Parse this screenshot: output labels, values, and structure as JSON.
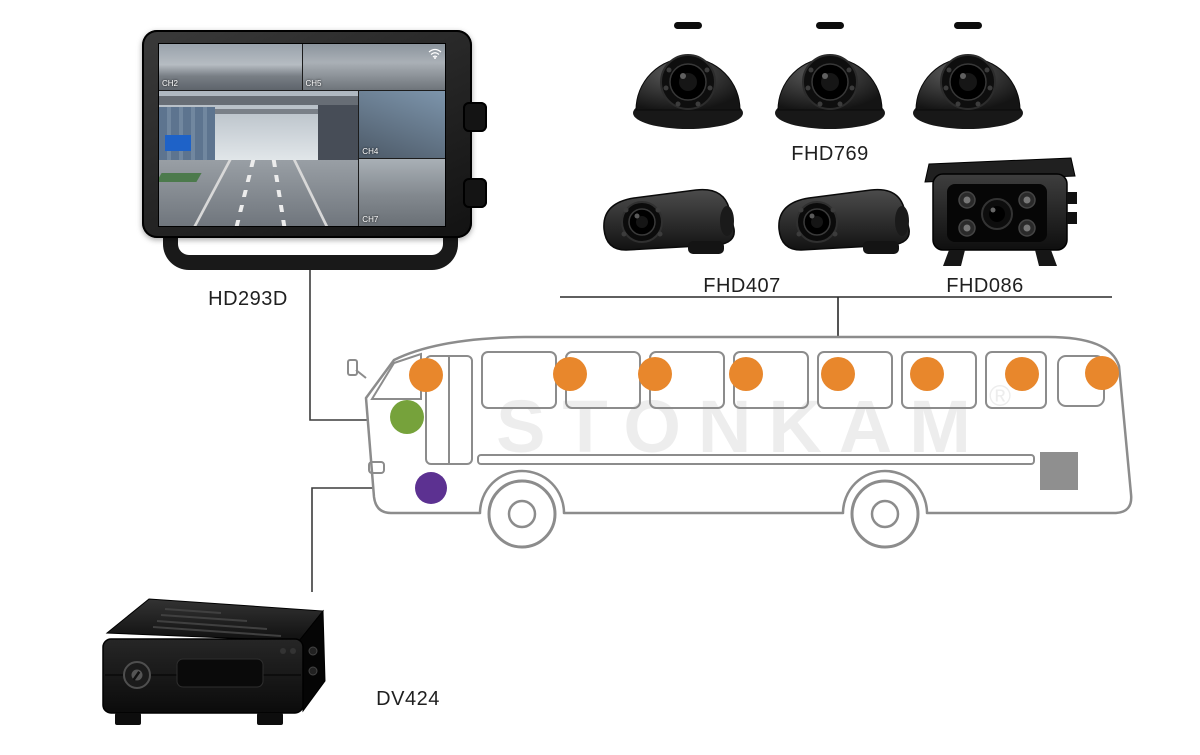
{
  "labels": {
    "monitor": "HD293D",
    "dome_camera": "FHD769",
    "side_camera": "FHD407",
    "rear_camera": "FHD086",
    "dvr": "DV424"
  },
  "watermark": {
    "brand": "STONKAM",
    "registered": "®"
  },
  "monitor_screen": {
    "channels": {
      "top_left": "CH2",
      "top_right": "CH5",
      "side_top": "CH4",
      "side_bottom": "CH7"
    }
  },
  "icons": {
    "wifi": "wifi-icon"
  },
  "markers": {
    "camera_color": "#E8872C",
    "front_camera_color": "#76A23B",
    "dvr_marker_color": "#5C3191"
  },
  "colors": {
    "bus_outline": "#8C8C8C",
    "connector_line": "#3C3C3C",
    "watermark_gray": "#EDEDED",
    "device_black": "#1B1B1B"
  }
}
